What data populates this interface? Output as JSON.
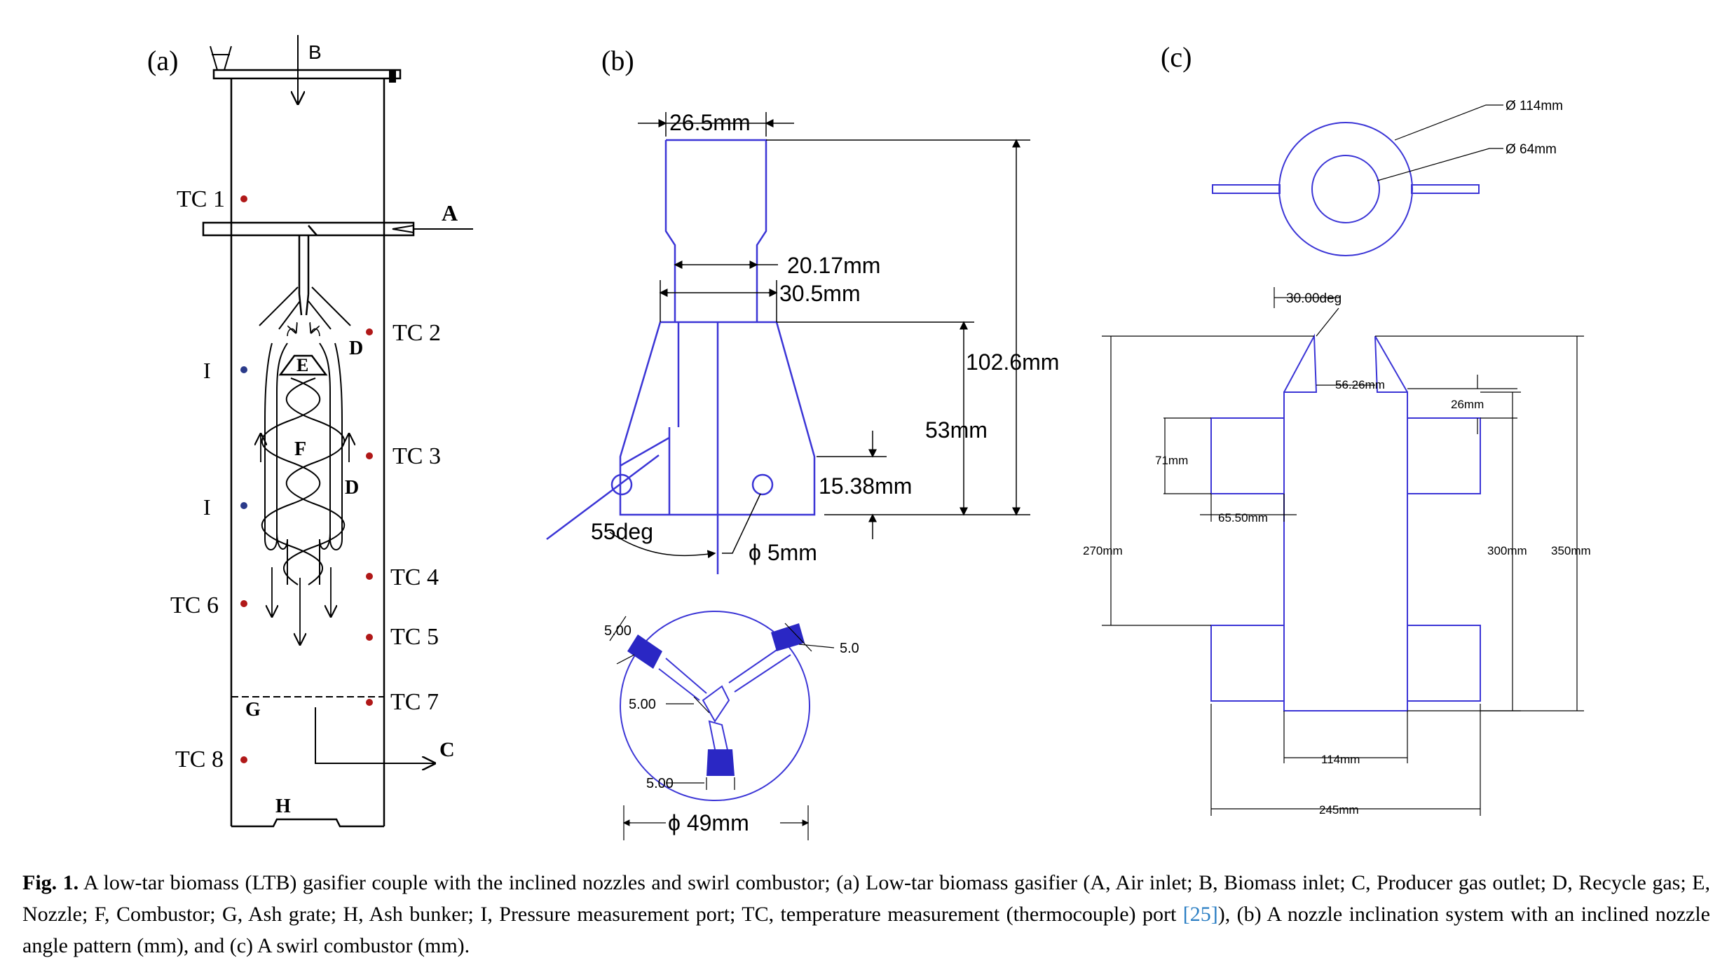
{
  "panel_a": {
    "label": "(a)",
    "letters": {
      "A": "A",
      "B": "B",
      "C": "C",
      "D1": "D",
      "D2": "D",
      "E": "E",
      "F": "F",
      "G": "G",
      "H": "H",
      "I1": "I",
      "I2": "I"
    },
    "tc": {
      "tc1": "TC 1",
      "tc2": "TC 2",
      "tc3": "TC 3",
      "tc4": "TC 4",
      "tc5": "TC 5",
      "tc6": "TC 6",
      "tc7": "TC 7",
      "tc8": "TC 8"
    }
  },
  "panel_b": {
    "label": "(b)",
    "dims": {
      "d26_5": "26.5mm",
      "d20_17": "20.17mm",
      "d30_5": "30.5mm",
      "d102_6": "102.6mm",
      "d53": "53mm",
      "d15_38": "15.38mm",
      "d55deg": "55deg",
      "dphi5": "ϕ 5mm",
      "dphi49": "ϕ 49mm",
      "n500a": "5.00",
      "n50": "5.0",
      "n500b": "5.00",
      "n500c": "5.00"
    }
  },
  "panel_c": {
    "label": "(c)",
    "dims": {
      "phi114": "Ø 114mm",
      "phi64": "Ø 64mm",
      "deg30": "30.00deg",
      "d56_26": "56.26mm",
      "d26": "26mm",
      "d71": "71mm",
      "d65_50": "65.50mm",
      "d270": "270mm",
      "d300": "300mm",
      "d350": "350mm",
      "d114": "114mm",
      "d245": "245mm"
    }
  },
  "caption": {
    "fig": "Fig. 1.",
    "text_before_ref": "A low-tar biomass (LTB) gasifier couple with the inclined nozzles and swirl combustor; (a) Low-tar biomass gasifier (A, Air inlet; B, Biomass inlet; C, Producer gas outlet; D, Recycle gas; E, Nozzle; F, Combustor; G, Ash grate; H, Ash bunker; I, Pressure measurement port; TC, temperature measurement (thermocouple) port",
    "ref": "[25]",
    "text_after_ref": "), (b) A nozzle inclination system with an inclined nozzle angle pattern (mm), and (c) A swirl combustor (mm)."
  },
  "colors": {
    "line": "#000000",
    "blue": "#3b35d6",
    "nozzle": "#2a27c4",
    "tc_dot": "#b01818",
    "port_dot": "#2a3a8a",
    "ref": "#2a7ec3"
  }
}
